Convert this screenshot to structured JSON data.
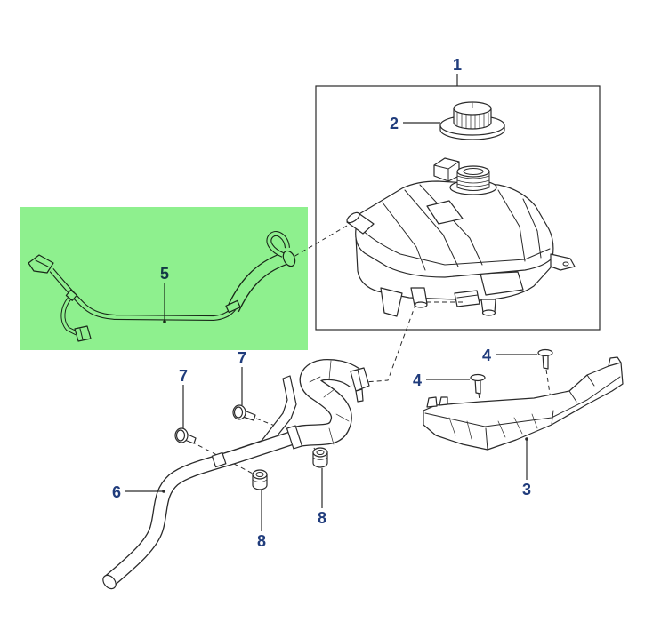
{
  "callouts": {
    "part1": "1",
    "part2": "2",
    "part3": "3",
    "part4_upper": "4",
    "part4_lower": "4",
    "part5": "5",
    "part6": "6",
    "part7_left": "7",
    "part7_right": "7",
    "part8_left": "8",
    "part8_right": "8"
  },
  "colors": {
    "callout": "#203c7c",
    "linework": "#2a2a2a",
    "highlight": "#8ef08e"
  }
}
